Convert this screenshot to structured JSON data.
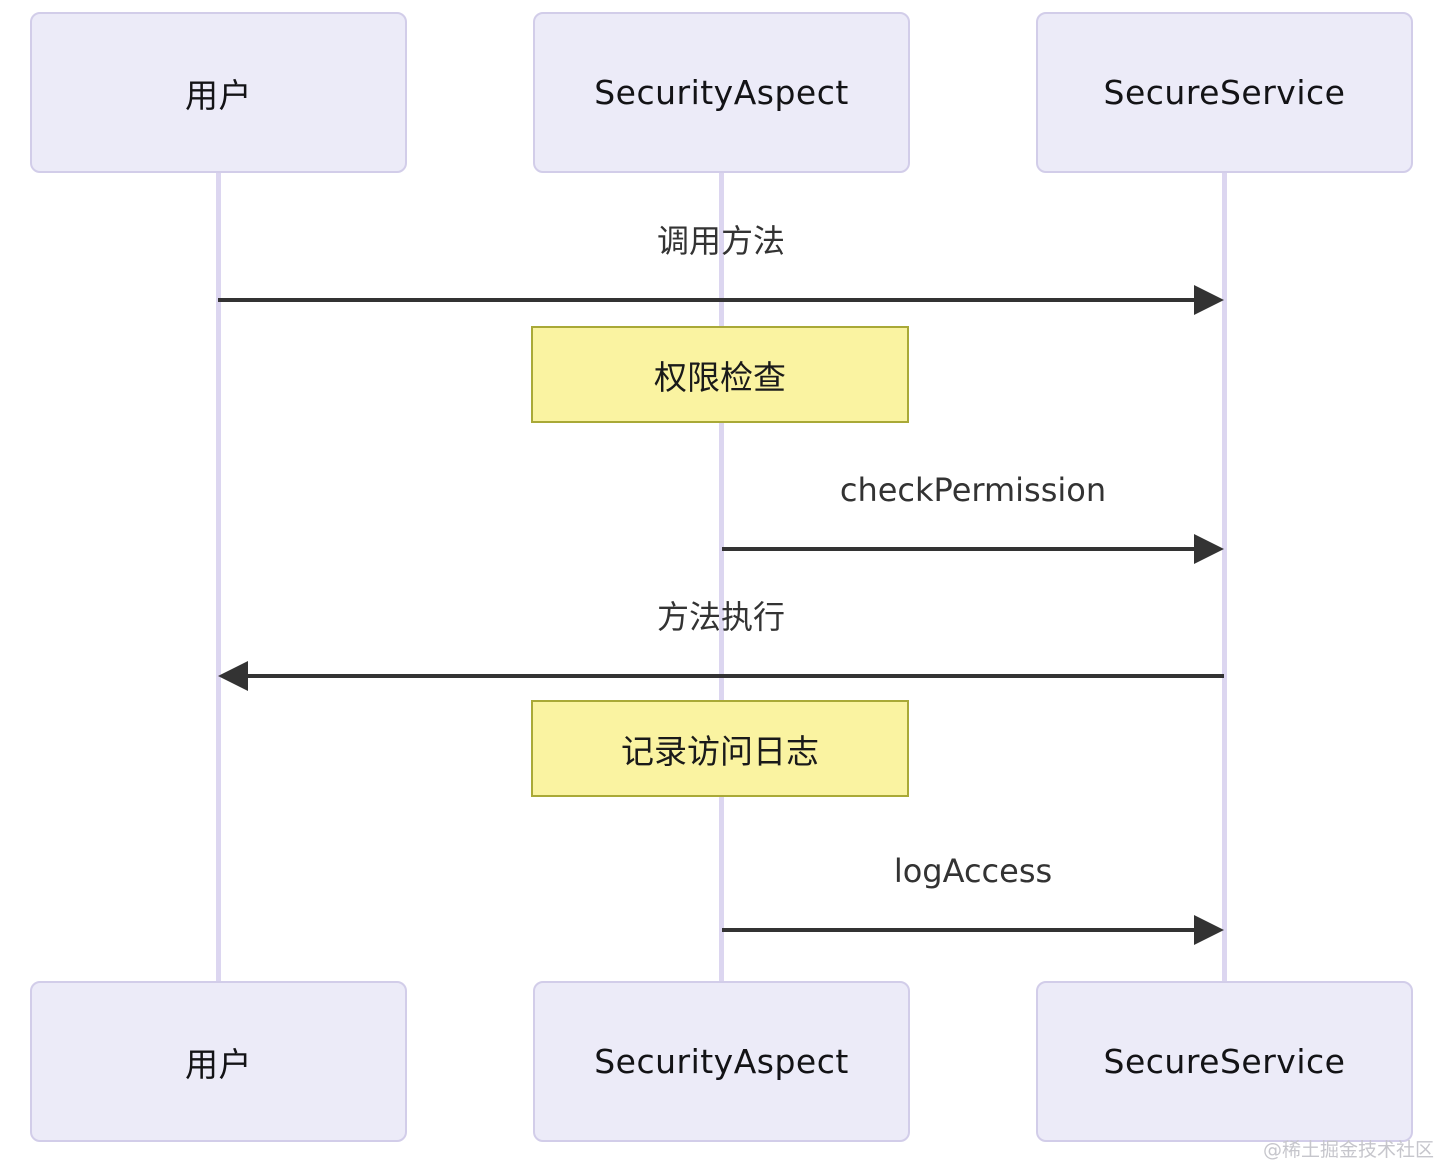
{
  "diagram": {
    "type": "sequence",
    "participants": [
      {
        "id": "user",
        "label": "用户"
      },
      {
        "id": "security-aspect",
        "label": "SecurityAspect"
      },
      {
        "id": "secure-service",
        "label": "SecureService"
      }
    ],
    "messages": [
      {
        "from": "用户",
        "to": "SecureService",
        "label": "调用方法",
        "direction": "right"
      },
      {
        "from": "SecurityAspect",
        "to": "SecureService",
        "label": "checkPermission",
        "direction": "right"
      },
      {
        "from": "SecureService",
        "to": "用户",
        "label": "方法执行",
        "direction": "left"
      },
      {
        "from": "SecurityAspect",
        "to": "SecureService",
        "label": "logAccess",
        "direction": "right"
      }
    ],
    "notes": [
      {
        "over": "SecurityAspect",
        "label": "权限检查"
      },
      {
        "over": "SecurityAspect",
        "label": "记录访问日志"
      }
    ],
    "colors": {
      "participant_fill": "#ECEBF8",
      "participant_border": "#D2CDE9",
      "lifeline": "#DCD6F0",
      "note_fill": "#FAF3A1",
      "note_border": "#A9A937",
      "arrow": "#333333"
    }
  },
  "watermark": {
    "text": "@稀土掘金技术社区"
  }
}
